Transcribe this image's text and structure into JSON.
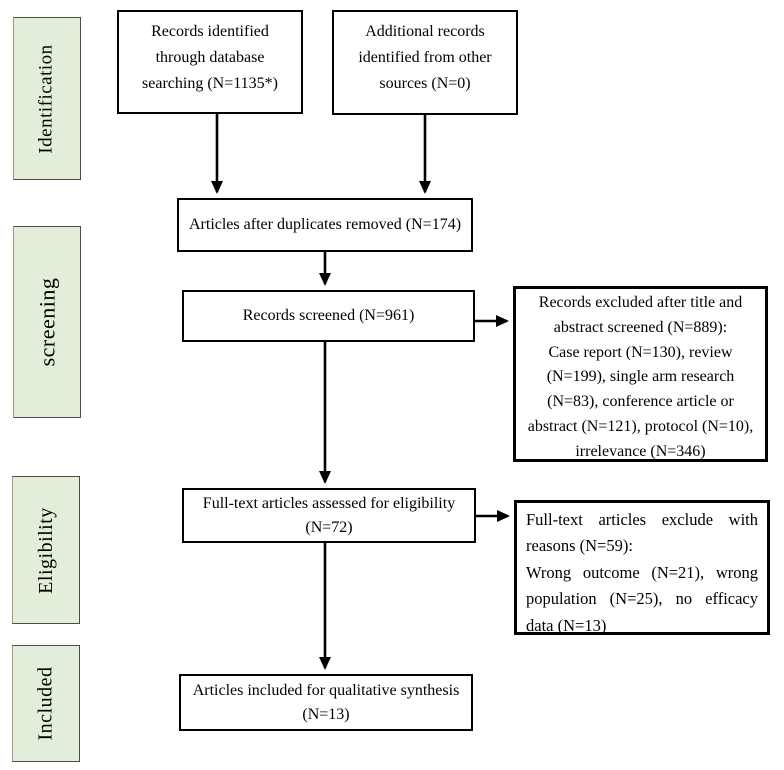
{
  "stages": [
    {
      "label": "Identification"
    },
    {
      "label": "screening"
    },
    {
      "label": "Eligibility"
    },
    {
      "label": "Included"
    }
  ],
  "flow_boxes": {
    "identified_db": "Records identified through database searching (N=1135*)",
    "identified_other": "Additional records identified from other sources (N=0)",
    "duplicates_removed": "Articles after duplicates removed (N=174)",
    "screened": "Records screened (N=961)",
    "fulltext_assessed": "Full-text articles assessed for eligibility (N=72)",
    "included_qualitative": "Articles included for qualitative synthesis (N=13)"
  },
  "exclusion_boxes": {
    "title_abstract": {
      "heading": "Records excluded after title and abstract screened (N=889):",
      "detail": "Case report (N=130), review (N=199), single arm research (N=83), conference article or abstract (N=121), protocol (N=10), irrelevance (N=346)"
    },
    "fulltext": {
      "heading": "Full-text articles exclude with reasons (N=59):",
      "detail": "Wrong outcome (N=21), wrong population (N=25), no efficacy data (N=13)"
    }
  },
  "colors": {
    "stage_fill": "#e2eed9",
    "stage_border": "#4c4c46",
    "box_border": "#000000",
    "arrow": "#000000",
    "background": "#ffffff",
    "text": "#000000"
  }
}
